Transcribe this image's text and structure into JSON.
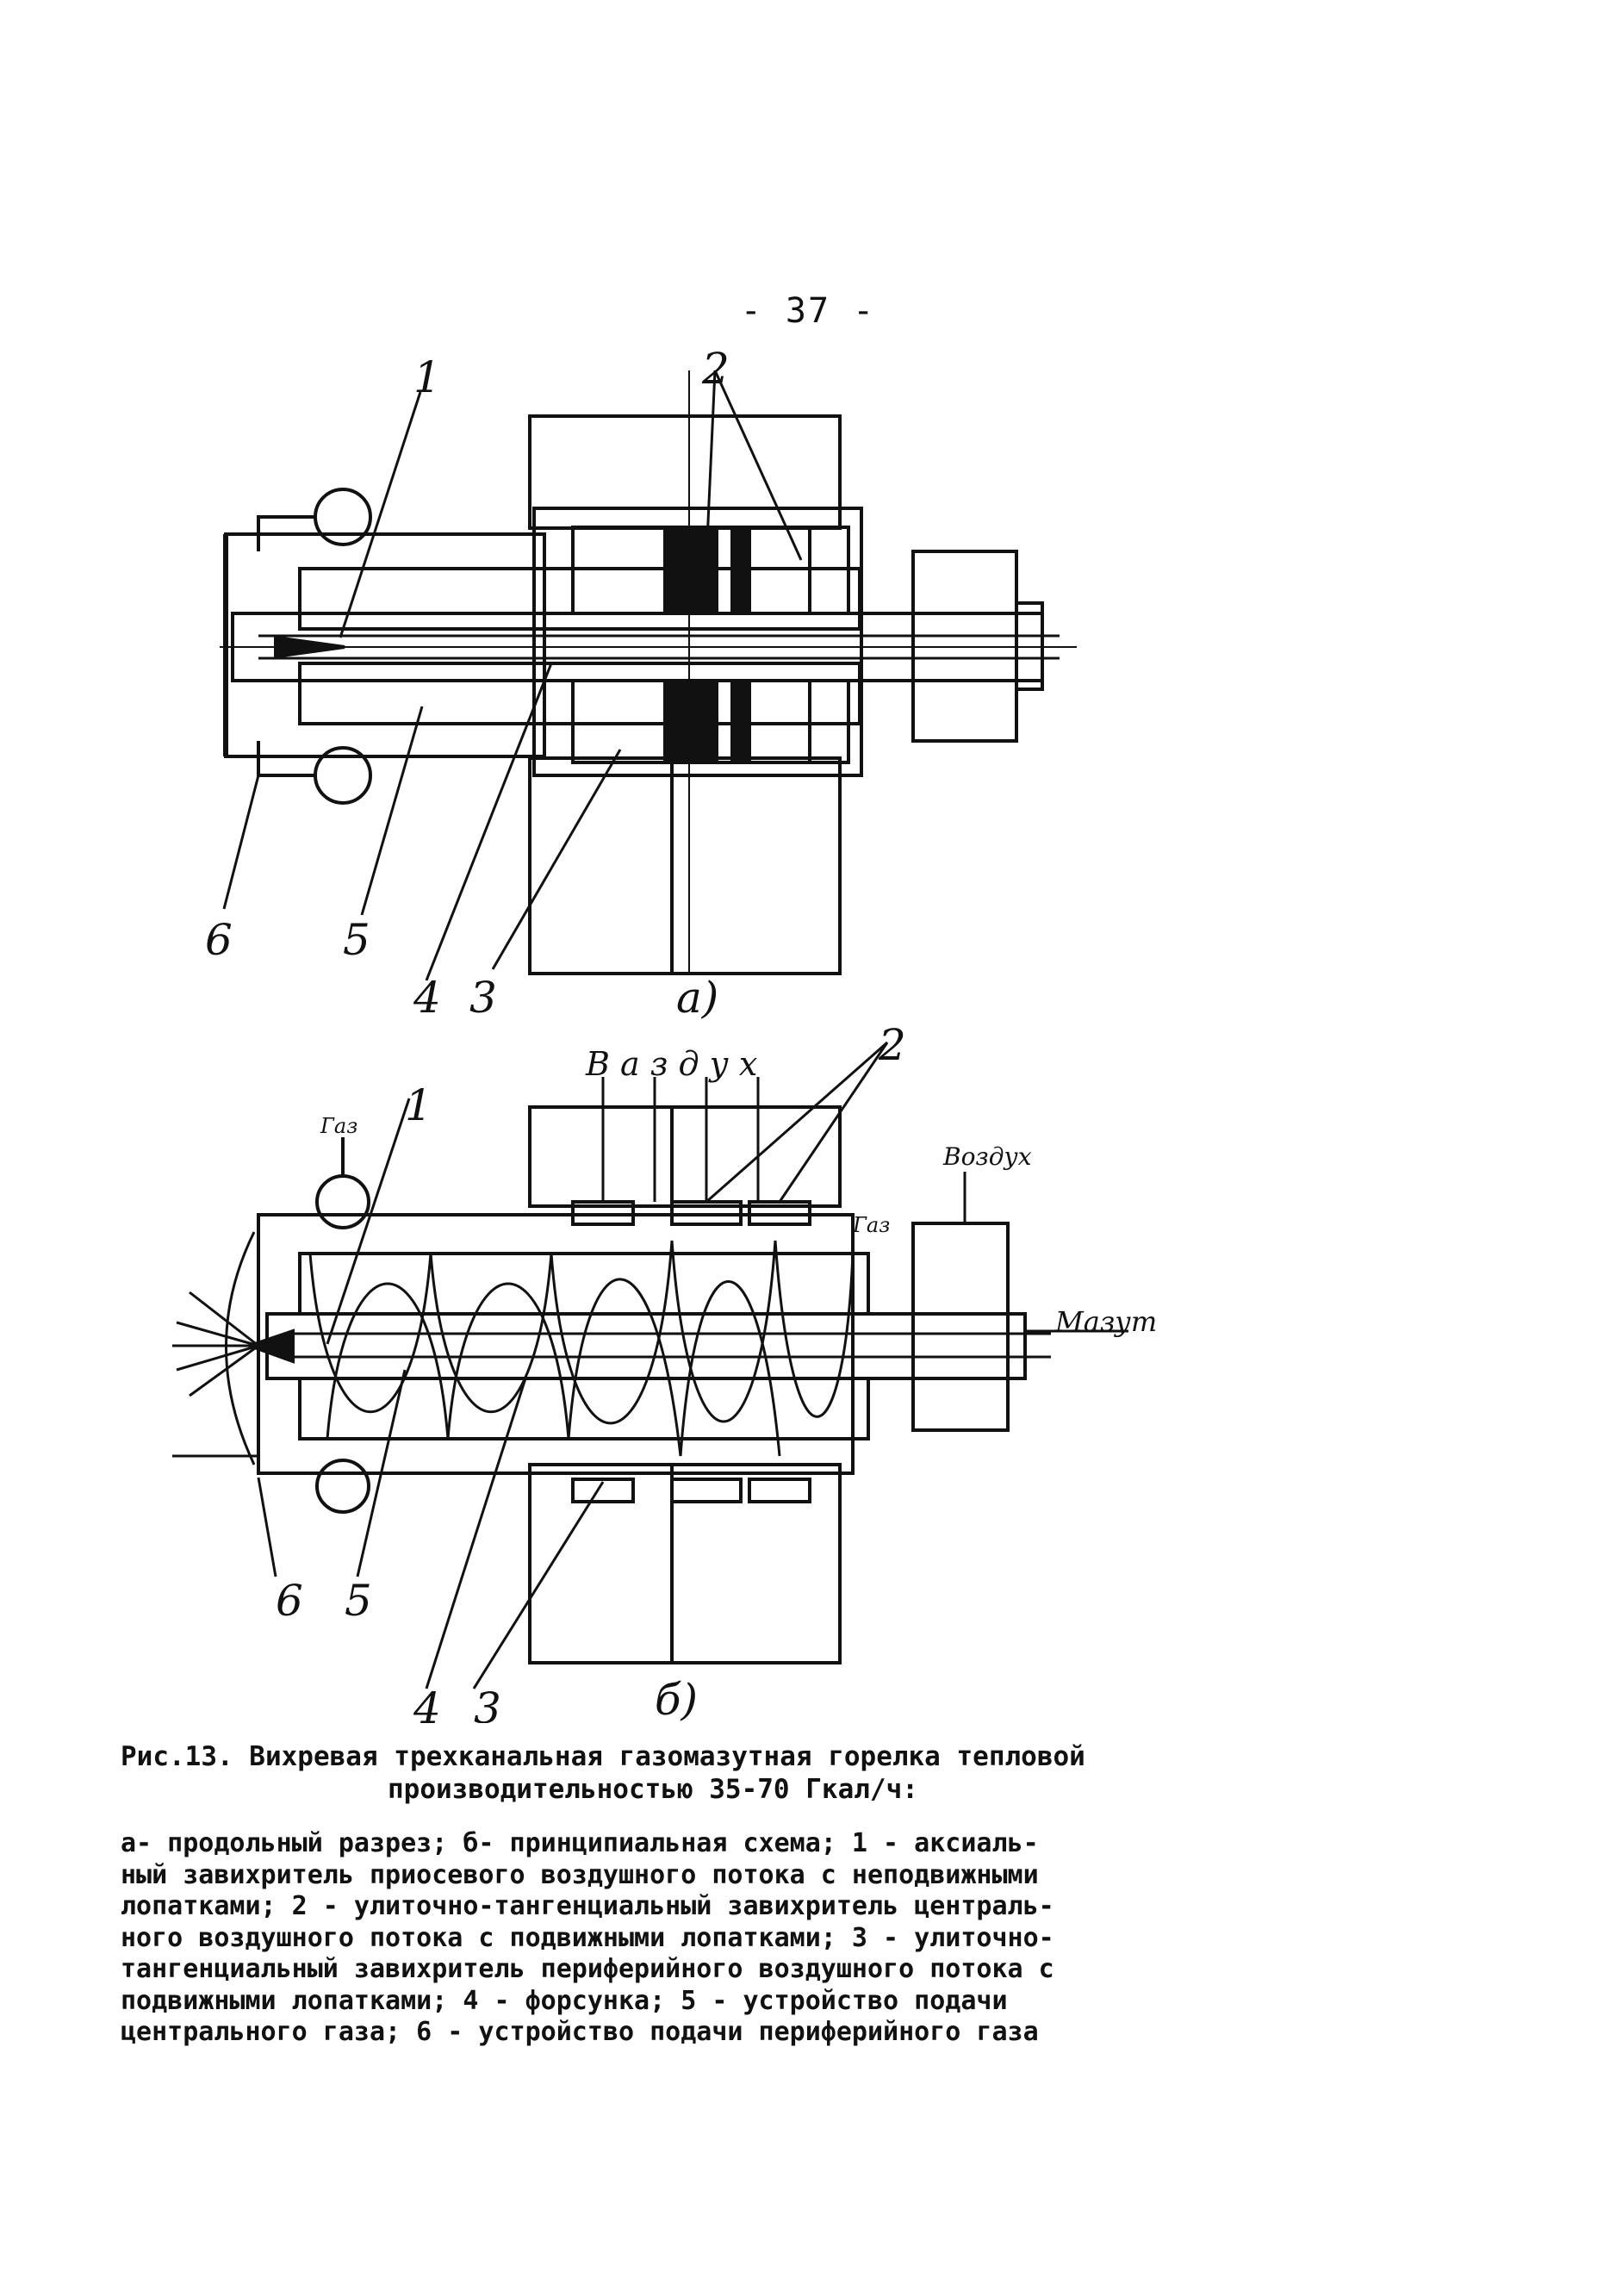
{
  "page": {
    "number": "- 37 -"
  },
  "figure": {
    "view_a": {
      "label": "а)",
      "callouts": [
        "1",
        "2",
        "3",
        "4",
        "5",
        "6"
      ]
    },
    "view_b": {
      "label": "б)",
      "callouts": [
        "1",
        "2",
        "3",
        "4",
        "5",
        "6"
      ],
      "text_labels": {
        "air_top": "В а з д у х",
        "air_right": "Воздух",
        "gas_left": "Газ",
        "gas_right": "Газ",
        "fuel_oil": "Мазут"
      }
    }
  },
  "caption": {
    "title_line1": "Рис.13. Вихревая трехканальная газомазутная горелка тепловой",
    "title_line2": "производительностью 35-70 Гкал/ч:",
    "legend_lines": [
      "а- продольный разрез; б- принципиальная схема; 1 - аксиаль-",
      "ный завихритель приосевого воздушного потока с неподвижными",
      "лопатками; 2 - улиточно-тангенциальный завихритель централь-",
      "ного воздушного потока с подвижными лопатками; 3 - улиточно-",
      "тангенциальный завихритель периферийного воздушного потока с",
      "подвижными лопатками; 4 - форсунка; 5 - устройство подачи",
      "центрального газа;  6 - устройство подачи периферийного газа"
    ]
  }
}
